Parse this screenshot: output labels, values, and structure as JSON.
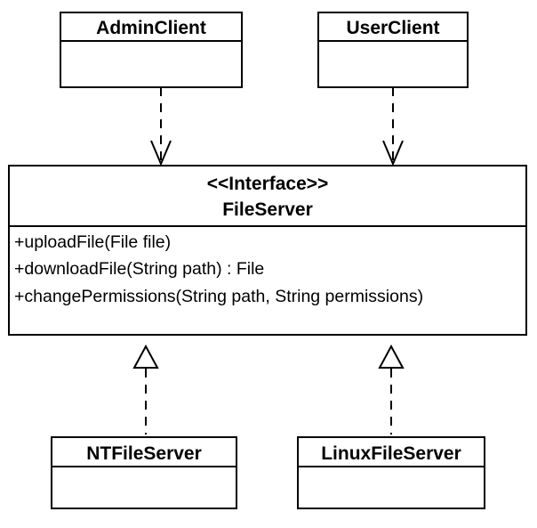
{
  "classes": {
    "admin_client": {
      "name": "AdminClient"
    },
    "user_client": {
      "name": "UserClient"
    },
    "file_server": {
      "stereotype": "<<Interface>>",
      "name": "FileServer",
      "operations": [
        "+uploadFile(File file)",
        "+downloadFile(String path) : File",
        "+changePermissions(String path, String permissions)"
      ]
    },
    "nt_file_server": {
      "name": "NTFileServer"
    },
    "linux_file_server": {
      "name": "LinuxFileServer"
    }
  }
}
